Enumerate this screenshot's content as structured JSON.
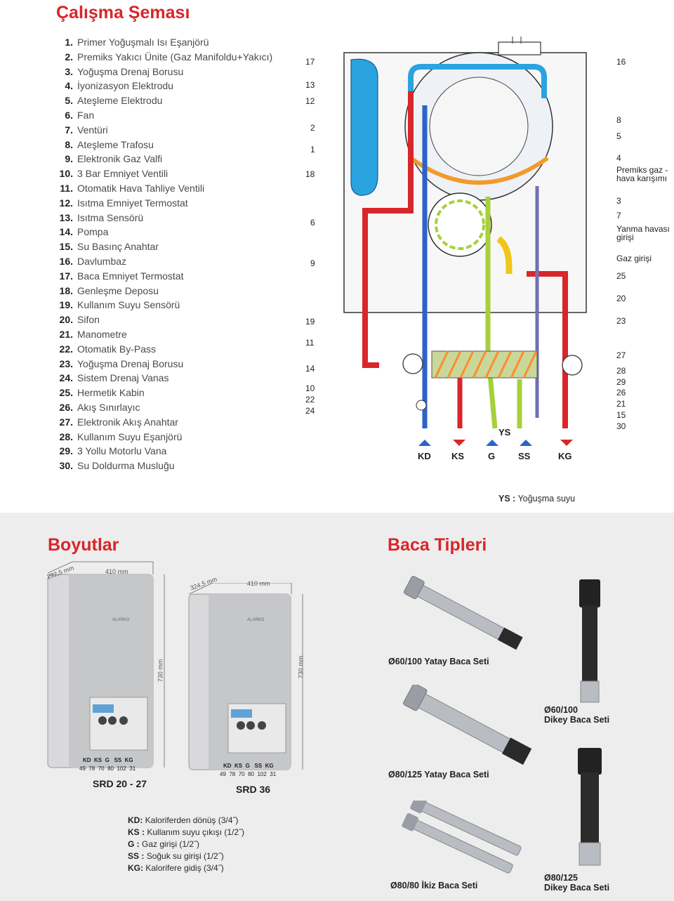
{
  "title": "Çalışma Şeması",
  "legend": [
    {
      "num": "1.",
      "text": "Primer Yoğuşmalı Isı Eşanjörü"
    },
    {
      "num": "2.",
      "text": "Premiks Yakıcı Ünite (Gaz Manifoldu+Yakıcı)"
    },
    {
      "num": "3.",
      "text": "Yoğuşma Drenaj Borusu"
    },
    {
      "num": "4.",
      "text": "İyonizasyon Elektrodu"
    },
    {
      "num": "5.",
      "text": "Ateşleme Elektrodu"
    },
    {
      "num": "6.",
      "text": "Fan"
    },
    {
      "num": "7.",
      "text": "Ventüri"
    },
    {
      "num": "8.",
      "text": "Ateşleme Trafosu"
    },
    {
      "num": "9.",
      "text": "Elektronik Gaz Valfi"
    },
    {
      "num": "10.",
      "text": "3 Bar Emniyet Ventili"
    },
    {
      "num": "11.",
      "text": "Otomatik Hava Tahliye Ventili"
    },
    {
      "num": "12.",
      "text": "Isıtma Emniyet Termostat"
    },
    {
      "num": "13.",
      "text": "Isıtma Sensörü"
    },
    {
      "num": "14.",
      "text": "Pompa"
    },
    {
      "num": "15.",
      "text": "Su Basınç Anahtar"
    },
    {
      "num": "16.",
      "text": "Davlumbaz"
    },
    {
      "num": "17.",
      "text": "Baca Emniyet Termostat"
    },
    {
      "num": "18.",
      "text": "Genleşme Deposu"
    },
    {
      "num": "19.",
      "text": "Kullanım Suyu Sensörü"
    },
    {
      "num": "20.",
      "text": "Sifon"
    },
    {
      "num": "21.",
      "text": "Manometre"
    },
    {
      "num": "22.",
      "text": "Otomatik By-Pass"
    },
    {
      "num": "23.",
      "text": "Yoğuşma Drenaj Borusu"
    },
    {
      "num": "24.",
      "text": "Sistem Drenaj Vanas"
    },
    {
      "num": "25.",
      "text": "Hermetik Kabin"
    },
    {
      "num": "26.",
      "text": "Akış Sınırlayıc"
    },
    {
      "num": "27.",
      "text": "Elektronik Akış Anahtar"
    },
    {
      "num": "28.",
      "text": "Kullanım Suyu Eşanjörü"
    },
    {
      "num": "29.",
      "text": "3 Yollu Motorlu Vana"
    },
    {
      "num": "30.",
      "text": "Su Doldurma Musluğu"
    }
  ],
  "left_callouts": [
    "17",
    "13",
    "12",
    "2",
    "1",
    "18",
    "6",
    "9",
    "19",
    "11",
    "14",
    "10",
    "22",
    "24"
  ],
  "right_callouts": {
    "c16": "16",
    "c8": "8",
    "c5": "5",
    "c4": "4",
    "premiks": "Premiks gaz - hava karışımı",
    "c3": "3",
    "c7": "7",
    "yanma": "Yanma havası girişi",
    "gaz": "Gaz girişi",
    "c25": "25",
    "c20": "20",
    "c23": "23",
    "c27": "27",
    "c28": "28",
    "c29": "29",
    "c26": "26",
    "c21": "21",
    "c15": "15",
    "c30": "30"
  },
  "pipes": [
    "KD",
    "KS",
    "G",
    "SS",
    "KG"
  ],
  "ys_label": "YS",
  "ys_note_key": "YS :",
  "ys_note_text": "Yoğuşma suyu",
  "boyutlar_title": "Boyutlar",
  "baca_title": "Baca Tipleri",
  "dims": {
    "u1_depth": "292,5 mm",
    "u1_width": "410 mm",
    "u1_height": "730 mm",
    "u2_depth": "324,5 mm",
    "u2_width": "410 mm",
    "u2_height": "730 mm"
  },
  "brand": "ALARKO",
  "model_1": "SRD 20 - 27",
  "model_2": "SRD 36",
  "conn_labels": [
    "KD",
    "KS",
    "G",
    "SS",
    "KG"
  ],
  "conn_dims_1": [
    "49",
    "78",
    "70",
    "80",
    "102",
    "31"
  ],
  "conn_dims_2": [
    "49",
    "78",
    "70",
    "80",
    "102",
    "31"
  ],
  "key": [
    {
      "k": "KD:",
      "v": "Kaloriferden dönüş (3/4˝)"
    },
    {
      "k": "KS :",
      "v": "Kullanım suyu çıkışı (1/2˝)"
    },
    {
      "k": "G   :",
      "v": "Gaz girişi (1/2˝)"
    },
    {
      "k": "SS :",
      "v": "Soğuk su girişi (1/2˝)"
    },
    {
      "k": "KG:",
      "v": "Kalorifere gidiş (3/4˝)"
    }
  ],
  "baca": {
    "b1": "Ø60/100 Yatay Baca Seti",
    "b2a": "Ø60/100",
    "b2b": "Dikey Baca Seti",
    "b3": "Ø80/125 Yatay Baca Seti",
    "b4": "Ø80/80 İkiz Baca Seti",
    "b5a": "Ø80/125",
    "b5b": "Dikey Baca Seti"
  },
  "colors": {
    "red": "#d8262a",
    "blue": "#2d62c8",
    "lightblue": "#2aa3e0",
    "green": "#a6d03a",
    "purple": "#6f6fb5",
    "yellow": "#f2c516",
    "orange": "#f39a2c",
    "gray_bg": "#ededee"
  }
}
